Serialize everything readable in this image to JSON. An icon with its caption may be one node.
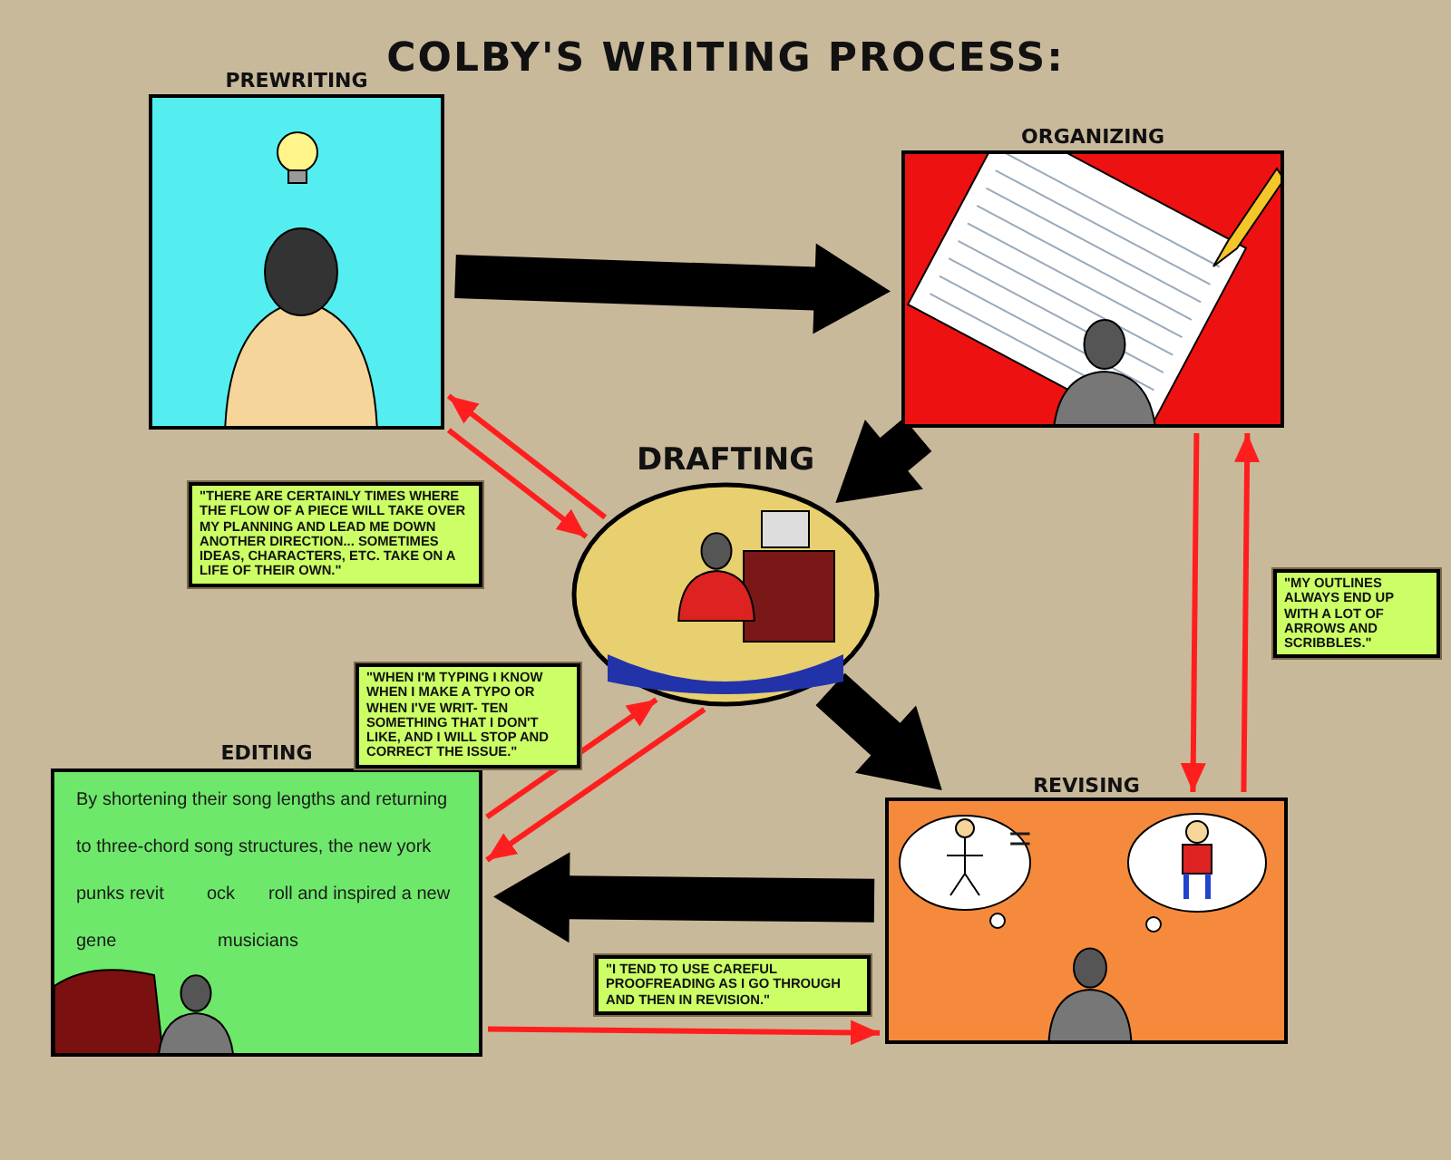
{
  "diagram": {
    "title": "COLBY'S WRITING PROCESS:",
    "nodes": [
      {
        "text": [
          "PREWRITING"
        ]
      },
      {
        "text": [
          "ORGANIZING"
        ]
      },
      {
        "text": [
          "DRAFTING"
        ]
      },
      {
        "text": [
          "EDITING"
        ]
      },
      {
        "text": [
          "REVISING"
        ]
      },
      {
        "text": [
          "\"THERE ARE CERTAINLY TIMES WHERE THE FLOW OF A PIECE WILL TAKE OVER MY PLANNING AND LEAD ME DOWN ANOTHER DIRECTION... SOMETIMES IDEAS, CHARACTERS, ETC. TAKE ON A LIFE OF THEIR OWN.\""
        ]
      },
      {
        "text": [
          "\"WHEN I'M TYPING I KNOW WHEN I MAKE A TYPO OR WHEN I'VE WRIT- TEN SOMETHING THAT I DON'T LIKE, AND I WILL STOP AND CORRECT THE ISSUE.\""
        ]
      },
      {
        "text": [
          "\"MY OUTLINES ALWAYS END UP WITH A LOT OF ARROWS AND SCRIBBLES.\""
        ]
      },
      {
        "text": [
          "\"I TEND TO USE CAREFUL PROOFREADING AS I GO THROUGH AND THEN IN REVISION.\""
        ]
      }
    ],
    "edges": [
      {
        "from": 0,
        "to": 1,
        "arrow": "to",
        "style": "thick",
        "color": "#000000"
      },
      {
        "from": 1,
        "to": 2,
        "arrow": "to",
        "style": "thick",
        "color": "#000000"
      },
      {
        "from": 2,
        "to": 4,
        "arrow": "to",
        "style": "thick",
        "color": "#000000"
      },
      {
        "from": 4,
        "to": 3,
        "arrow": "to",
        "style": "thick",
        "color": "#000000"
      },
      {
        "from": 0,
        "to": 2,
        "arrow": "to"
      },
      {
        "from": 2,
        "to": 0,
        "arrow": "to"
      },
      {
        "from": 2,
        "to": 3,
        "arrow": "to"
      },
      {
        "from": 3,
        "to": 2,
        "arrow": "to"
      },
      {
        "from": 1,
        "to": 4,
        "arrow": "to"
      },
      {
        "from": 4,
        "to": 1,
        "arrow": "to"
      },
      {
        "from": 3,
        "to": 4,
        "arrow": "to"
      }
    ],
    "labels": [
      "By shortening their song lengths and returning",
      "to three-chord song structures, the new york",
      "punks revit",
      "ock",
      "roll and inspired a new",
      "gene",
      "musicians",
      "="
    ]
  }
}
